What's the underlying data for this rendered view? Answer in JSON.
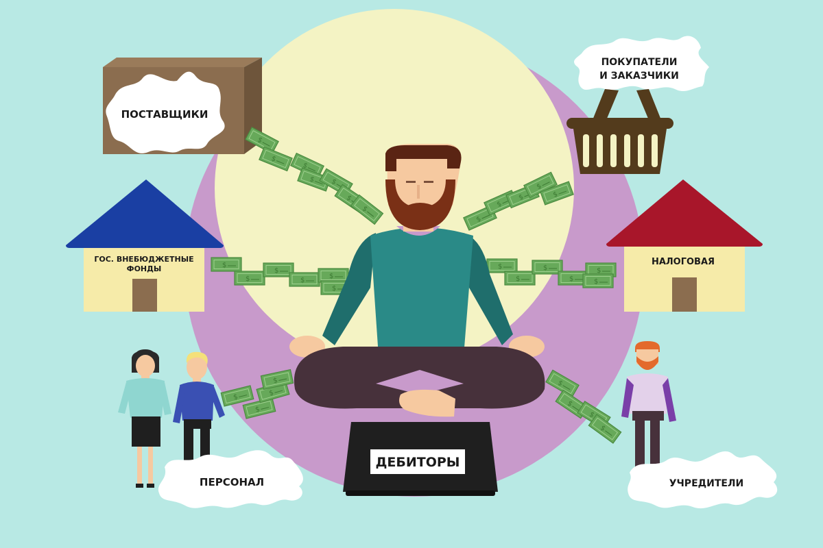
{
  "labels": {
    "suppliers": "ПОСТАВЩИКИ",
    "customers_line1": "ПОКУПАТЕЛИ",
    "customers_line2": "И ЗАКАЗЧИКИ",
    "funds_line1": "ГОС. ВНЕБЮДЖЕТНЫЕ",
    "funds_line2": "ФОНДЫ",
    "tax": "НАЛОГОВАЯ",
    "debtors": "ДЕБИТОРЫ",
    "staff": "ПЕРСОНАЛ",
    "founders": "УЧРЕДИТЕЛИ"
  },
  "icons": {
    "money": "dollar-bill-icon",
    "basket": "shopping-basket-icon",
    "box": "cardboard-box-icon",
    "house": "house-icon",
    "laptop": "laptop-icon"
  },
  "colors": {
    "background": "#b8e9e4",
    "sun": "#f4f3c4",
    "purple": "#c89acb",
    "house_wall": "#f6eba9",
    "roof_blue": "#1a3fa3",
    "roof_red": "#a8162a",
    "money": "#67a95a",
    "box": "#8b6d4f",
    "basket": "#533b1c",
    "shirt": "#2a8a87",
    "pants": "#47313b",
    "laptop": "#1f1f1f",
    "hair": "#5a2413"
  }
}
